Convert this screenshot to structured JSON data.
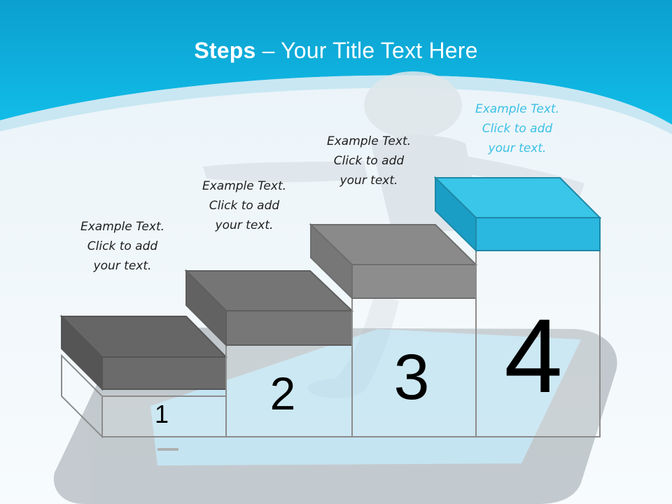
{
  "slide": {
    "title_bold": "Steps",
    "title_rest": " – Your Title Text Here"
  },
  "steps": [
    {
      "number": "1",
      "caption_line1": "Example Text.",
      "caption_line2": "Click  to add",
      "caption_line3": "your text."
    },
    {
      "number": "2",
      "caption_line1": "Example Text.",
      "caption_line2": "Click  to add",
      "caption_line3": "your text."
    },
    {
      "number": "3",
      "caption_line1": "Example Text.",
      "caption_line2": "Click  to add",
      "caption_line3": "your text."
    },
    {
      "number": "4",
      "caption_line1": "Example Text.",
      "caption_line2": "Click  to add",
      "caption_line3": "your text."
    }
  ],
  "colors": {
    "header_blue": "#0aa7d6",
    "highlight_cyan": "#2bb9e0",
    "step_gray": "#7a7a7a",
    "caption_highlight": "#3cc0e6"
  },
  "icons": [
    "smartphone-illustration",
    "3d-figure-illustration"
  ]
}
